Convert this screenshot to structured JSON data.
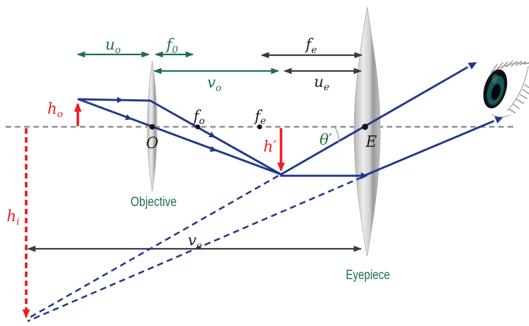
{
  "labels": {
    "distance_u_o": {
      "main": "u",
      "sub": "o"
    },
    "distance_f_0": {
      "main": "f",
      "sub": "0"
    },
    "distance_f_e": {
      "main": "f",
      "sub": "e"
    },
    "distance_v_o": {
      "main": "v",
      "sub": "o"
    },
    "distance_u_e": {
      "main": "u",
      "sub": "e"
    },
    "distance_v_e": {
      "main": "v",
      "sub": "e"
    },
    "object_height": {
      "main": "h",
      "sub": "o"
    },
    "final_image_height": {
      "main": "h",
      "sub": "i"
    },
    "intermediate_image_height": "h′",
    "angle_theta_prime": "θ′",
    "focal_point_objective": {
      "main": "f",
      "sub": "o"
    },
    "focal_point_eyepiece": {
      "main": "f",
      "sub": "e"
    },
    "objective_center": "O",
    "eyepiece_center": "E",
    "objective_lens_name": "Objective",
    "eyepiece_lens_name": "Eyepiece"
  },
  "colors": {
    "green": "#1e7048",
    "blue": "#20388c",
    "red": "#ec1c24",
    "dark": "#3a3a3a",
    "axis": "#8c8c8c",
    "arc": "#9fb5a9"
  }
}
